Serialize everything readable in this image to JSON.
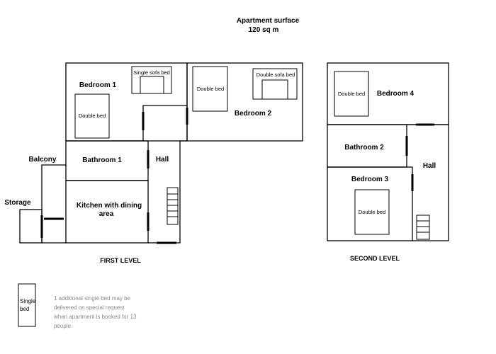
{
  "header": {
    "title_line1": "Apartment surface",
    "title_line2": "120 sq m"
  },
  "first_level": {
    "label": "FIRST LEVEL",
    "rooms": {
      "bedroom1": "Bedroom 1",
      "bedroom2": "Bedroom 2",
      "bathroom1": "Bathroom 1",
      "hall": "Hall",
      "kitchen_line1": "Kitchen with dining",
      "kitchen_line2": "area",
      "balcony": "Balcony",
      "storage": "Storage"
    },
    "furniture": {
      "single_sofa_bed": "Single sofa bed",
      "double_sofa_bed": "Double sofa bed",
      "double_bed_b1": "Double bed",
      "double_bed_b2": "Double bed"
    }
  },
  "second_level": {
    "label": "SECOND LEVEL",
    "rooms": {
      "bedroom4": "Bedroom 4",
      "bathroom2": "Bathroom 2",
      "bedroom3": "Bedroom 3",
      "hall": "Hall"
    },
    "furniture": {
      "double_bed_b4": "Double bed",
      "double_bed_b3": "Double bed"
    }
  },
  "legend": {
    "bed_line1": "Single",
    "bed_line2": "bed",
    "note_line1": "1 additional single bed may be",
    "note_line2": "delivered on special request",
    "note_line3": "when apartment is booked for 13",
    "note_line4": "people"
  }
}
